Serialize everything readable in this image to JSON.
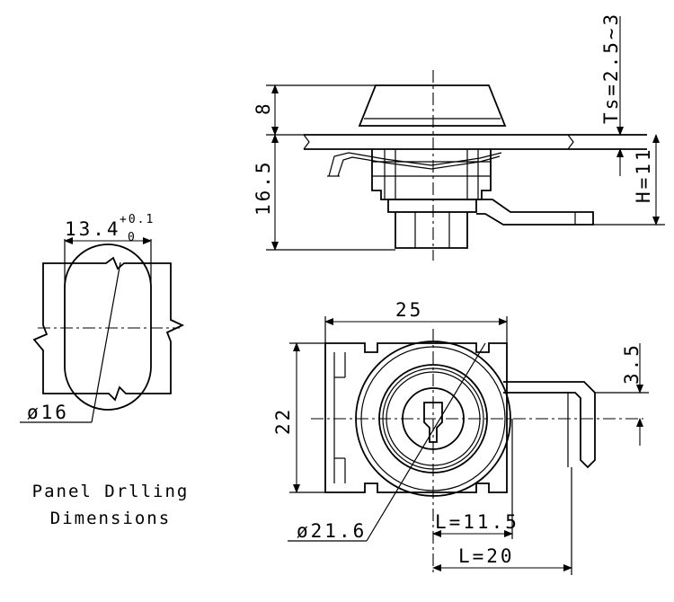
{
  "caption": {
    "line1": "Panel Drlling",
    "line2": "Dimensions"
  },
  "panel_cutout": {
    "width_value": "13.4",
    "tol_upper": "+0.1",
    "tol_lower": "0",
    "diameter": "16"
  },
  "side_view": {
    "cap_height": "8",
    "body_height": "16.5",
    "panel_thickness": "Ts=2.5~3",
    "cam_height": "H=11"
  },
  "front_view": {
    "width": "25",
    "height": "22",
    "diameter": "21.6",
    "cam_offset": "3.5",
    "l_short": "L=11.5",
    "l_long": "L=20"
  },
  "diameter_symbol": "ø"
}
